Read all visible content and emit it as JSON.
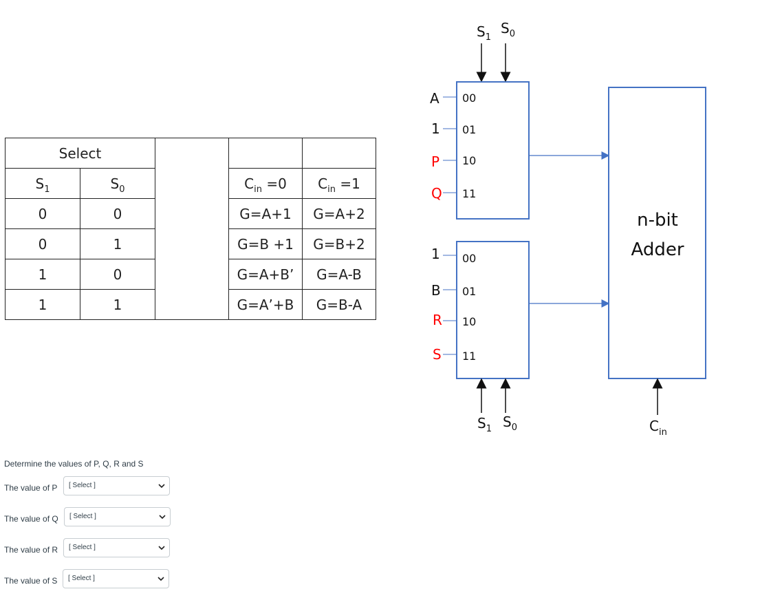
{
  "table": {
    "select_header": "Select",
    "s1_header": "S",
    "s1_sub": "1",
    "s0_header": "S",
    "s0_sub": "0",
    "cin0_header": {
      "c": "C",
      "sub": "in",
      "rest": " =0"
    },
    "cin1_header": {
      "c": "C",
      "sub": "in",
      "rest": " =1"
    },
    "rows": [
      {
        "s1": "0",
        "s0": "0",
        "g0": "G=A+1",
        "g1": "G=A+2"
      },
      {
        "s1": "0",
        "s0": "1",
        "g0": "G=B +1",
        "g1": "G=B+2"
      },
      {
        "s1": "1",
        "s0": "0",
        "g0": "G=A+B’",
        "g1": "G=A-B"
      },
      {
        "s1": "1",
        "s0": "1",
        "g0": "G=A’+B",
        "g1": "G=B-A"
      }
    ]
  },
  "diagram": {
    "top_selects": {
      "s1": "S",
      "s1_sub": "1",
      "s0": "S",
      "s0_sub": "0"
    },
    "bottom_selects": {
      "s1": "S",
      "s1_sub": "1",
      "s0": "S",
      "s0_sub": "0"
    },
    "mux1": {
      "inputs": [
        "A",
        "1",
        "P",
        "Q"
      ],
      "codes": [
        "00",
        "01",
        "10",
        "11"
      ]
    },
    "mux2": {
      "inputs": [
        "1",
        "B",
        "R",
        "S"
      ],
      "codes": [
        "00",
        "01",
        "10",
        "11"
      ]
    },
    "adder": {
      "line1": "n-bit",
      "line2": "Adder"
    },
    "cin": {
      "c": "C",
      "sub": "in"
    },
    "colors": {
      "box": "#4472c4",
      "arrow": "#4472c4",
      "highlight": "#ff0000"
    }
  },
  "question": {
    "prompt": "Determine the values of P, Q, R and S",
    "items": [
      {
        "label": "The value of P",
        "placeholder": "[ Select ]"
      },
      {
        "label": "The value of Q",
        "placeholder": "[ Select ]"
      },
      {
        "label": "The value of R",
        "placeholder": "[ Select ]"
      },
      {
        "label": "The value of S",
        "placeholder": "[ Select ]"
      }
    ]
  }
}
